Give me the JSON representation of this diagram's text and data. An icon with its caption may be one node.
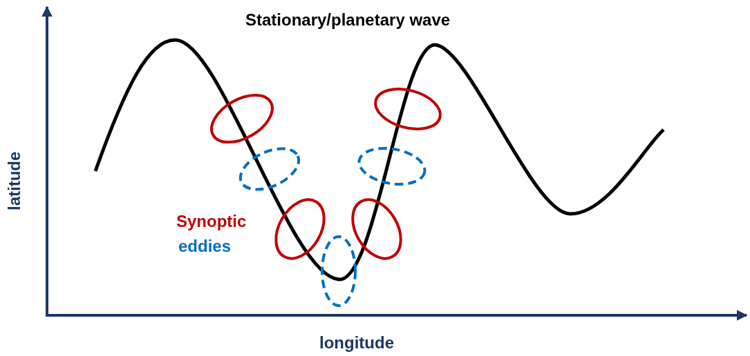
{
  "diagram": {
    "title": "Stationary/planetary wave",
    "labels": [
      "latitude",
      "Synoptic",
      "eddies",
      "longitude"
    ]
  }
}
